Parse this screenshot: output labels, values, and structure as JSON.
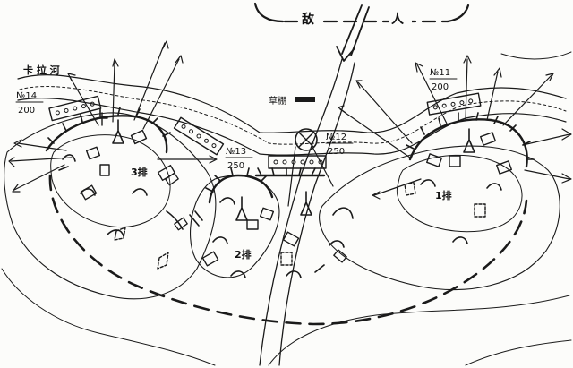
{
  "map": {
    "enemy_label_left": "敌",
    "enemy_label_right": "人",
    "river_label": "卡 拉 河",
    "building_label": "草棚",
    "units": [
      {
        "id": "no14",
        "number": "№14",
        "strength": "200"
      },
      {
        "id": "no13",
        "number": "№13",
        "strength": "250"
      },
      {
        "id": "no12",
        "number": "№12",
        "strength": "250"
      },
      {
        "id": "no11",
        "number": "№11",
        "strength": "200"
      }
    ],
    "platoons": [
      {
        "id": "p3",
        "label": "3排"
      },
      {
        "id": "p2",
        "label": "2排"
      },
      {
        "id": "p1",
        "label": "1排"
      }
    ],
    "colors": {
      "ink": "#1a1a1a",
      "paper": "#fcfcfa"
    }
  }
}
